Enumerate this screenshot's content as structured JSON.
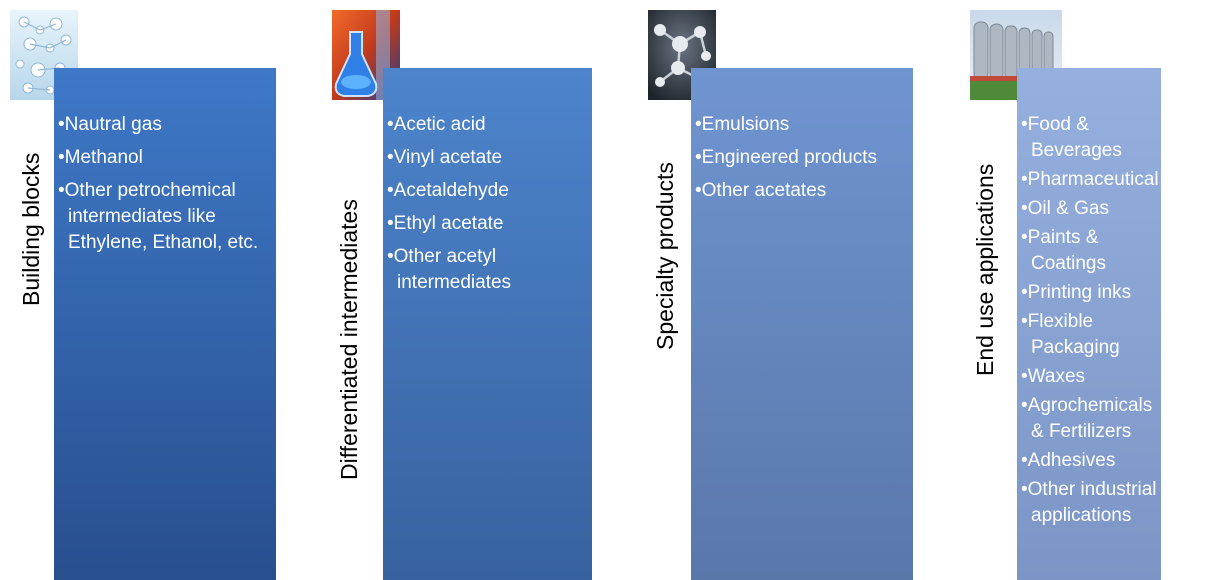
{
  "columns": [
    {
      "title": "Building blocks",
      "image_icon": "molecule-bubbles-icon",
      "color_top": "#3e78c7",
      "color_bottom": "#284f8e",
      "items": [
        "•Nautral gas",
        "•Methanol",
        "•Other petrochemical intermediates like Ethylene, Ethanol, etc."
      ]
    },
    {
      "title": "Differentiated intermediates",
      "image_icon": "lab-flask-icon",
      "color_top": "#4d84cc",
      "color_bottom": "#37629f",
      "items": [
        "•Acetic acid",
        "•Vinyl acetate",
        "•Acetaldehyde",
        "•Ethyl acetate",
        "•Other acetyl intermediates"
      ]
    },
    {
      "title": "Specialty products",
      "image_icon": "molecular-structure-icon",
      "color_top": "#6f95d1",
      "color_bottom": "#5a77aa",
      "items": [
        "•Emulsions",
        "•Engineered products",
        "•Other acetates"
      ]
    },
    {
      "title": "End use applications",
      "image_icon": "industrial-tanks-icon",
      "color_top": "#95b0de",
      "color_bottom": "#7b95c6",
      "items": [
        "•Food & Beverages",
        "•Pharmaceutical",
        "•Oil & Gas",
        "•Paints & Coatings",
        "•Printing inks",
        "•Flexible Packaging",
        "•Waxes",
        "•Agrochemicals & Fertilizers",
        "•Adhesives",
        "•Other industrial applications"
      ]
    }
  ]
}
